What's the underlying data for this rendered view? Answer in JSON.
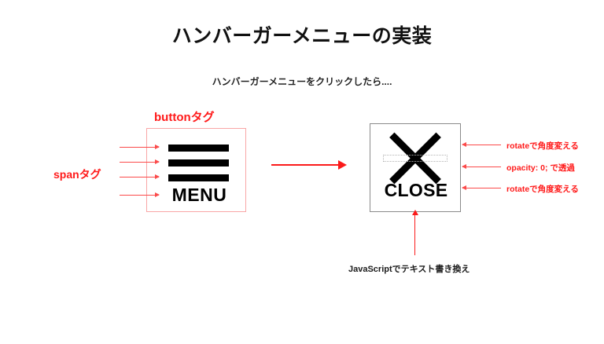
{
  "page": {
    "title": "ハンバーガーメニューの実装",
    "subtitle": "ハンバーガーメニューをクリックしたら...."
  },
  "colors": {
    "accent_red": "#ff1a1a",
    "arrow_red": "#fb4a4a",
    "button_box_border": "#f9a6a6",
    "close_box_border": "#8a8a8a",
    "bar_black": "#000000",
    "ghost_border": "#b4b4b4"
  },
  "menu_state": {
    "box_label": "buttonタグ",
    "span_label": "spanタグ",
    "bars": [
      "span-bar-1",
      "span-bar-2",
      "span-bar-3"
    ],
    "text": "MENU"
  },
  "close_state": {
    "text": "CLOSE",
    "x_bars": [
      "rotated-bar-top",
      "rotated-bar-bottom"
    ],
    "ghost_bar": "transparent-middle-bar"
  },
  "annotations": {
    "right": [
      {
        "text": "rotateで角度変える"
      },
      {
        "text": "opacity: 0; で透過"
      },
      {
        "text": "rotateで角度変える"
      }
    ],
    "bottom": {
      "text": "JavaScriptでテキスト書き換え"
    }
  },
  "icons": {
    "flow_arrow": "arrow-right-icon",
    "span_arrow": "arrow-right-icon",
    "annotation_arrow": "arrow-left-icon",
    "callout_arrow": "arrow-up-icon"
  }
}
